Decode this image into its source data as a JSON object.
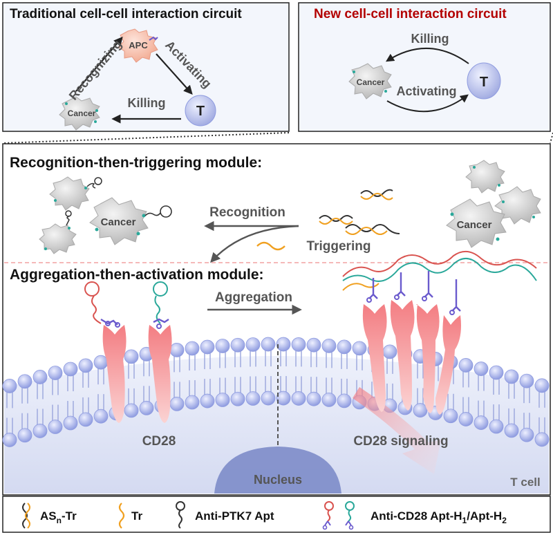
{
  "panels": {
    "traditional": {
      "title": "Traditional cell-cell interaction circuit",
      "apc": "APC",
      "t": "T",
      "cancer": "Cancer",
      "recognizing": "Recognizing",
      "activating": "Activating",
      "killing": "Killing"
    },
    "new": {
      "title": "New cell-cell interaction circuit",
      "killing": "Killing",
      "activating": "Activating",
      "cancer": "Cancer",
      "t": "T"
    }
  },
  "recognition_module": {
    "title": "Recognition-then-triggering module:",
    "recognition": "Recognition",
    "triggering": "Triggering",
    "cancer_left": "Cancer",
    "cancer_right": "Cancer"
  },
  "aggregation_module": {
    "title": "Aggregation-then-activation module:",
    "aggregation": "Aggregation",
    "cd28": "CD28",
    "cd28_signaling": "CD28 signaling",
    "nucleus": "Nucleus",
    "t_cell": "T cell"
  },
  "legend": {
    "as_main": "AS",
    "as_sub": "n",
    "as_suffix": "-Tr",
    "tr": "Tr",
    "ptk7": "Anti-PTK7 Apt",
    "cd28_main": "Anti-CD28 Apt-H",
    "cd28_sub1": "1",
    "cd28_mid": "/Apt-H",
    "cd28_sub2": "2"
  },
  "colors": {
    "title_red": "#b30000",
    "orange": "#f0a020",
    "teal": "#2aa89a",
    "red_strand": "#d9534f",
    "purple": "#6a5acd",
    "lipid": "#a9b4e8",
    "receptor": "#f08a8a"
  }
}
